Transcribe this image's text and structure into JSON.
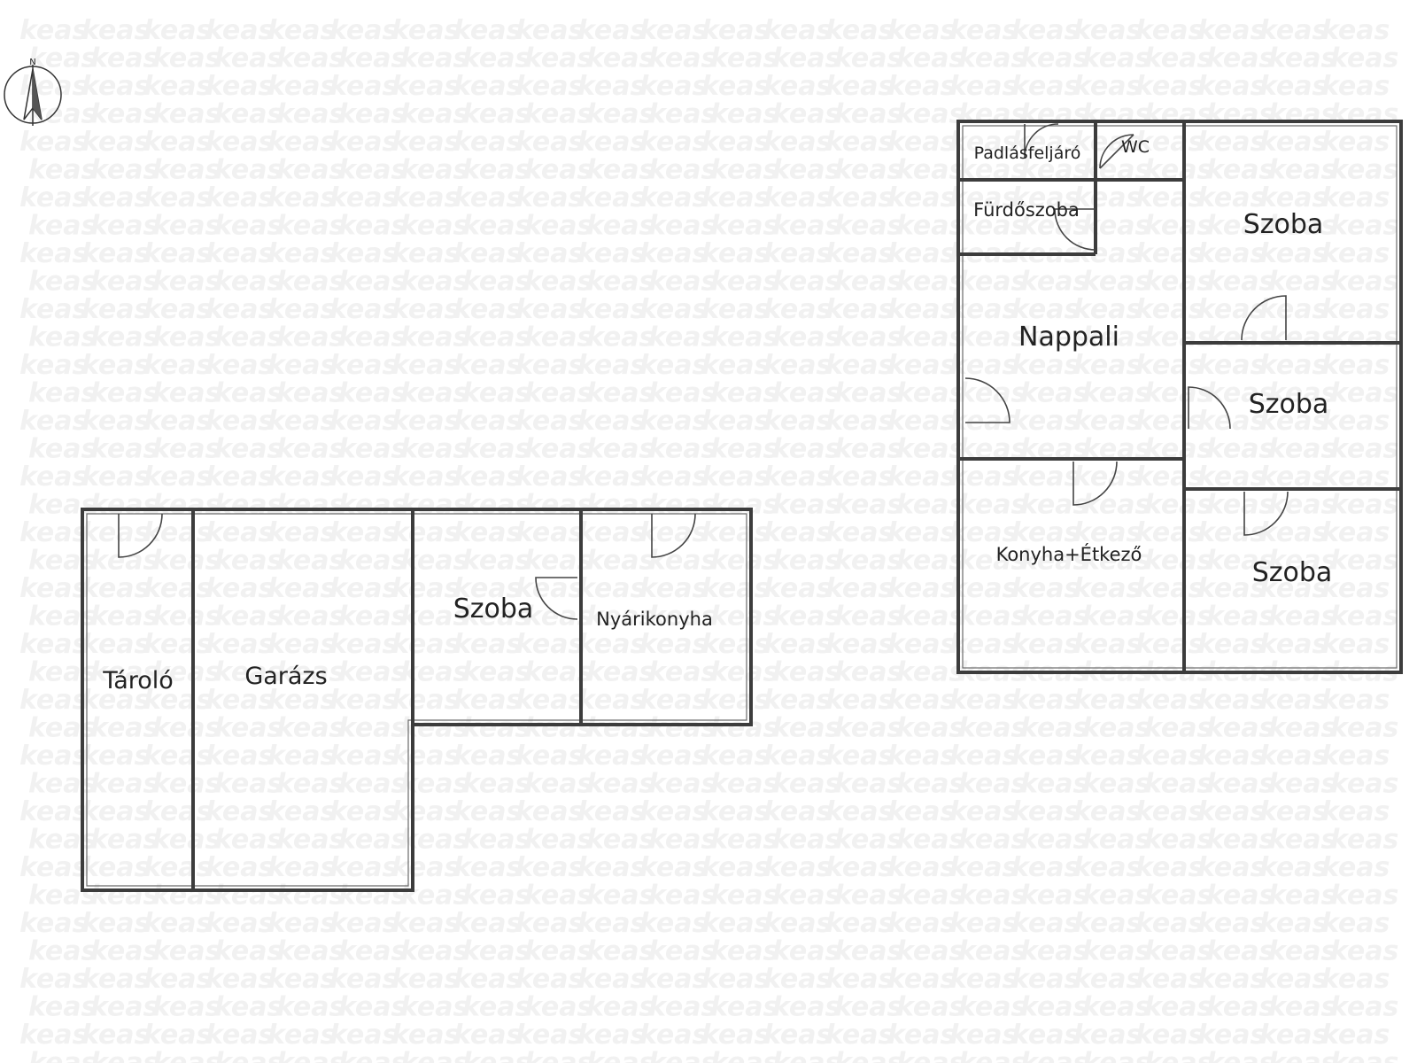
{
  "watermark": {
    "text": "keas",
    "color": "#f1f1f1"
  },
  "compass": {
    "north_label": "N",
    "icon": "north-arrow-icon"
  },
  "colors": {
    "wall": "#3c3c3c",
    "background": "#ffffff",
    "text": "#222222"
  },
  "main_house": {
    "rooms": {
      "padlasfeljaro": "Padlásfeljáró",
      "wc": "WC",
      "furdoszoba": "Fürdőszoba",
      "nappali": "Nappali",
      "konyha": "Konyha+Étkező",
      "szoba_top": "Szoba",
      "szoba_mid": "Szoba",
      "szoba_bottom": "Szoba"
    }
  },
  "outbuilding": {
    "rooms": {
      "tarolo": "Tároló",
      "garazs": "Garázs",
      "szoba": "Szoba",
      "nyarikonyha": "Nyárikonyha"
    }
  }
}
